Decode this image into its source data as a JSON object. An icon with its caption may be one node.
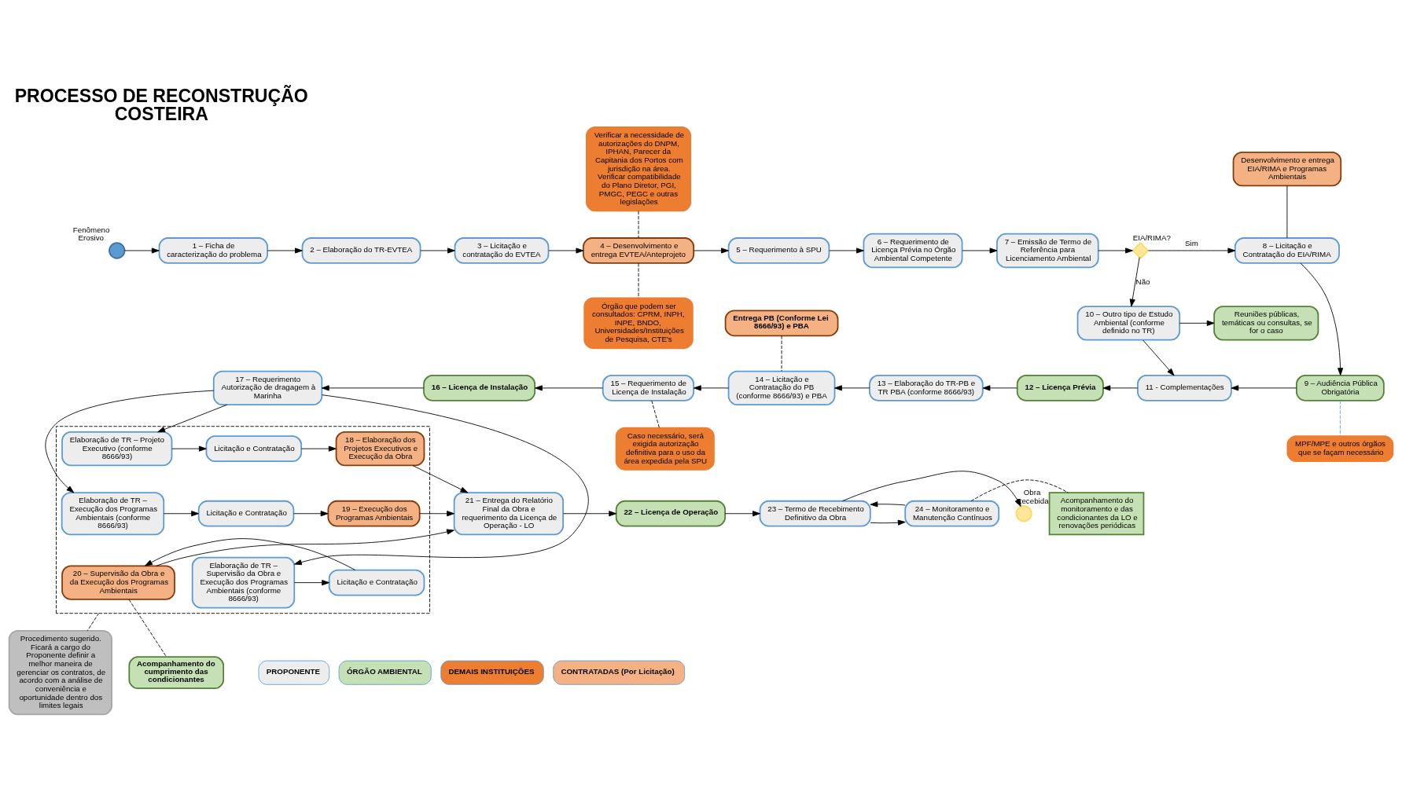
{
  "diagram": {
    "title": "PROCESSO DE RECONSTRUÇÃO COSTEIRA",
    "nodes": [
      {
        "text": [],
        "shape": "circle",
        "beside": [
          "Fenômeno Erosivo"
        ]
      },
      {
        "text": [
          "1 – Ficha de caracterização do problema"
        ]
      },
      {
        "text": [
          "2 – Elaboração do TR-EVTEA"
        ]
      },
      {
        "text": [
          "3 – Licitação e contratação do EVTEA"
        ]
      },
      {
        "text": [
          "Verificar a necessidade de autorizações do DNPM, IPHAN, Parecer da Capitania dos Portos com jurisdição na área. Verificar compatibilidade do Plano Diretor, PGI, PMGC, PEGC e outras legislações"
        ]
      },
      {
        "text": [
          "4 – Desenvolvimento e entrega EVTEA/Anteprojeto"
        ]
      },
      {
        "text": [
          "Órgão que podem ser consultados: CPRM, INPH, INPE, BNDO, Universidades/Instituições de Pesquisa, CTE's"
        ]
      },
      {
        "text": [
          "5 – Requerimento à SPU"
        ]
      },
      {
        "text": [
          "6 – Requerimento de Licença Prévia no Órgão Ambiental Competente"
        ]
      },
      {
        "text": [
          "7 – Emissão de Termo de Referência para Licenciamento Ambiental"
        ]
      },
      {
        "text": [],
        "shape": "diamond",
        "beside": [
          "EIA/RIMA?"
        ]
      },
      {
        "text": [
          "Desenvolvimento e entrega EIA/RIMA e Programas Ambientais"
        ]
      },
      {
        "text": [
          "8 – Licitação e Contratação do EIA/RIMA"
        ]
      },
      {
        "text": [
          "Reuniões públicas, temáticas ou consultas, se for o caso"
        ]
      },
      {
        "text": [
          "10 – Outro tipo de Estudo Ambiental (conforme definido no TR)"
        ]
      },
      {
        "text": [
          "Entrega PB (Conforme Lei 8666/93) e PBA"
        ]
      },
      {
        "text": [
          "17 – Requerimento Autorização de dragagem à Marinha"
        ]
      },
      {
        "text": [
          "16 – Licença de Instalação"
        ]
      },
      {
        "text": [
          "15 – Requerimento de Licença de Instalação"
        ]
      },
      {
        "text": [
          "14 – Licitação e Contratação do PB (conforme 8666/93) e PBA"
        ]
      },
      {
        "text": [
          "13 – Elaboração do TR-PB e TR PBA (conforme 8666/93)"
        ]
      },
      {
        "text": [
          "12 – Licença Prévia"
        ]
      },
      {
        "text": [
          "11 - Complementações"
        ]
      },
      {
        "text": [
          "9 – Audiência Pública Obrigatória"
        ]
      },
      {
        "text": [
          "Caso necessário, será exigida autorização definitiva para o uso da área expedida pela SPU"
        ]
      },
      {
        "text": [
          "MPF/MPE e outros órgãos que se façam necessário"
        ]
      },
      {
        "text": [],
        "shape": "box"
      },
      {
        "text": [
          "Elaboração de TR – Projeto Executivo (conforme 8666/93)"
        ],
        "in": 26
      },
      {
        "text": [
          "Licitação e Contratação"
        ],
        "in": 26
      },
      {
        "text": [
          "18 – Elaboração dos Projetos Executivos e Execução da Obra"
        ],
        "in": 26
      },
      {
        "text": [
          "Elaboração de TR – Execução dos Programas Ambientais (conforme 8666/93)"
        ],
        "in": 26
      },
      {
        "text": [
          "Licitação e Contratação"
        ],
        "in": 26
      },
      {
        "text": [
          "19 – Execução dos Programas Ambientais"
        ],
        "in": 26
      },
      {
        "text": [
          "Elaboração de TR – Supervisão da Obra e Execução dos Programas Ambientais (conforme 8666/93)"
        ],
        "in": 26
      },
      {
        "text": [
          "Licitação e Contratação"
        ],
        "in": 26
      },
      {
        "text": [
          "20 – Supervisão da Obra e da Execução dos Programas Ambientais"
        ],
        "in": 26
      },
      {
        "text": [
          "21 – Entrega do Relatório Final da Obra e requerimento da Licença de Operação - LO"
        ]
      },
      {
        "text": [
          "22 – Licença de Operação"
        ]
      },
      {
        "text": [
          "23 – Termo de Recebimento Definitivo da Obra"
        ]
      },
      {
        "text": [],
        "shape": "circle",
        "beside": [
          "Obra Recebida"
        ]
      },
      {
        "text": [
          "24 – Monitoramento e Manutenção Contínuos"
        ]
      },
      {
        "text": [
          "Acompanhamento do monitoramento e das condicionantes da LO e renovações periódicas"
        ]
      },
      {
        "text": [
          "Procedimento sugerido. Ficará a cargo do Proponente definir a melhor maneira de gerenciar os contratos, de acordo com a análise de conveniência e oportunidade dentro dos limites legais"
        ]
      },
      {
        "text": [
          "Acompanhamento do cumprimento das condicionantes"
        ]
      }
    ],
    "edges": [
      {
        "from": 0,
        "to": 1,
        "arrow": "to"
      },
      {
        "from": 1,
        "to": 2,
        "arrow": "to"
      },
      {
        "from": 2,
        "to": 3,
        "arrow": "to"
      },
      {
        "from": 3,
        "to": 5,
        "arrow": "to"
      },
      {
        "from": 4,
        "to": 5,
        "arrow": "none",
        "style": "dashed"
      },
      {
        "from": 5,
        "to": 6,
        "arrow": "none",
        "style": "dashed"
      },
      {
        "from": 5,
        "to": 7,
        "arrow": "to"
      },
      {
        "from": 7,
        "to": 8,
        "arrow": "to"
      },
      {
        "from": 8,
        "to": 9,
        "arrow": "to"
      },
      {
        "from": 9,
        "to": 10,
        "arrow": "to"
      },
      {
        "from": 10,
        "to": 12,
        "arrow": "to",
        "label": "Sim"
      },
      {
        "from": 10,
        "to": 14,
        "arrow": "to",
        "label": "Não"
      },
      {
        "from": 11,
        "to": 12,
        "arrow": "none"
      },
      {
        "from": 12,
        "to": 23,
        "arrow": "to"
      },
      {
        "from": 14,
        "to": 13,
        "arrow": "to"
      },
      {
        "from": 14,
        "to": 22,
        "arrow": "to"
      },
      {
        "from": 23,
        "to": 22,
        "arrow": "to"
      },
      {
        "from": 23,
        "to": 25,
        "arrow": "none",
        "style": "dashed",
        "color": "#5b9bd5"
      },
      {
        "from": 22,
        "to": 21,
        "arrow": "to"
      },
      {
        "from": 21,
        "to": 20,
        "arrow": "to"
      },
      {
        "from": 20,
        "to": 19,
        "arrow": "to"
      },
      {
        "from": 15,
        "to": 19,
        "arrow": "none",
        "style": "dashed"
      },
      {
        "from": 19,
        "to": 18,
        "arrow": "to"
      },
      {
        "from": 18,
        "to": 24,
        "arrow": "none",
        "style": "dashed"
      },
      {
        "from": 18,
        "to": 17,
        "arrow": "to"
      },
      {
        "from": 17,
        "to": 16,
        "arrow": "to"
      },
      {
        "from": 16,
        "to": 27,
        "arrow": "to"
      },
      {
        "from": 16,
        "to": 30,
        "arrow": "to"
      },
      {
        "from": 16,
        "to": 33,
        "arrow": "to"
      },
      {
        "from": 27,
        "to": 28,
        "arrow": "to"
      },
      {
        "from": 28,
        "to": 29,
        "arrow": "to"
      },
      {
        "from": 30,
        "to": 31,
        "arrow": "to"
      },
      {
        "from": 31,
        "to": 32,
        "arrow": "to"
      },
      {
        "from": 33,
        "to": 34,
        "arrow": "to"
      },
      {
        "from": 34,
        "to": 35,
        "arrow": "to"
      },
      {
        "from": 29,
        "to": 36,
        "arrow": "to"
      },
      {
        "from": 32,
        "to": 36,
        "arrow": "to"
      },
      {
        "from": 35,
        "to": 36,
        "arrow": "to"
      },
      {
        "from": 36,
        "to": 37,
        "arrow": "to"
      },
      {
        "from": 37,
        "to": 38,
        "arrow": "to"
      },
      {
        "from": 38,
        "to": 39,
        "arrow": "to"
      },
      {
        "from": 38,
        "to": 40,
        "arrow": "to"
      },
      {
        "from": 40,
        "to": 38,
        "arrow": "to"
      },
      {
        "from": 40,
        "to": 41,
        "arrow": "none",
        "style": "dashed"
      },
      {
        "from": 26,
        "to": 42,
        "arrow": "none",
        "style": "dashed"
      },
      {
        "from": 35,
        "to": 43,
        "arrow": "none",
        "style": "dashed"
      }
    ],
    "legend": [
      {
        "text": "PROPONENTE",
        "color": "#ededed"
      },
      {
        "text": "ÓRGÃO AMBIENTAL",
        "color": "#c5e0b4"
      },
      {
        "text": "DEMAIS INSTITUIÇÕES",
        "color": "#ed7d31"
      },
      {
        "text": "CONTRATADAS (Por Licitação)",
        "color": "#f4b183"
      }
    ]
  }
}
